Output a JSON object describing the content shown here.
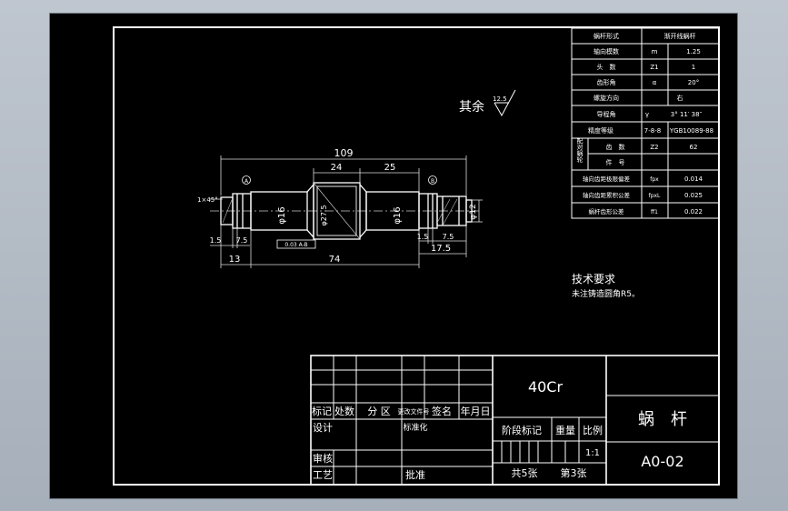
{
  "colors": {
    "background_outer": "#b3bac4",
    "paper": "#000000",
    "lines": "#ffffff",
    "dim_lines": "#d8d8d8"
  },
  "param_table": [
    [
      "蜗杆形式",
      "",
      "渐开线蜗杆"
    ],
    [
      "轴向模数",
      "m",
      "1.25"
    ],
    [
      "头　数",
      "Z1",
      "1"
    ],
    [
      "齿形角",
      "α",
      "20°"
    ],
    [
      "螺旋方向",
      "",
      "右"
    ],
    [
      "导程角",
      "γ",
      "3° 11′ 38″"
    ],
    [
      "精度等级",
      "7-8-8",
      "YGB10089-88"
    ]
  ],
  "param_mate": {
    "group_label": "配对蜗轮",
    "rows": [
      [
        "齿　数",
        "Z2",
        "62"
      ],
      [
        "件　号",
        "",
        ""
      ]
    ]
  },
  "param_tol": [
    [
      "轴向齿距极限偏差",
      "fpx",
      "0.014"
    ],
    [
      "轴向齿距累积公差",
      "fpxL",
      "0.025"
    ],
    [
      "蜗杆齿形公差",
      "ff1",
      "0.022"
    ]
  ],
  "roughness": {
    "prefix": "其余",
    "value": "12.5"
  },
  "tech": {
    "title": "技术要求",
    "note": "未注铸造圆角R5。"
  },
  "dims": {
    "total_length": "109",
    "worm_width": "24",
    "right_step": "25",
    "overall_bottom": "74",
    "left_end": "13",
    "right_end": "17.5",
    "left_groove_1": "1.5",
    "left_groove_2": "7.5",
    "right_groove_1": "1.5",
    "right_groove_2": "7.5",
    "chamfer": "1×45°",
    "left_dia": "φ16",
    "right_dia": "φ16",
    "worm_dia": "φ27.5",
    "end_dia": "φ12",
    "datum_a": "A",
    "datum_b": "B",
    "runout": "0.03 A-B"
  },
  "title_block": {
    "material": "40Cr",
    "part_name": "蜗　杆",
    "drawing_no": "A0-02",
    "headers": [
      "标记",
      "处数",
      "分 区",
      "更改文件号",
      "签名",
      "年月日"
    ],
    "design": "设计",
    "standardize": "标准化",
    "review": "审核",
    "process": "工艺",
    "approve": "批准",
    "stage": "阶段标记",
    "weight": "重量",
    "scale_label": "比例",
    "scale_value": "1:1",
    "total_sheets": "共5张",
    "sheet_no": "第3张"
  }
}
